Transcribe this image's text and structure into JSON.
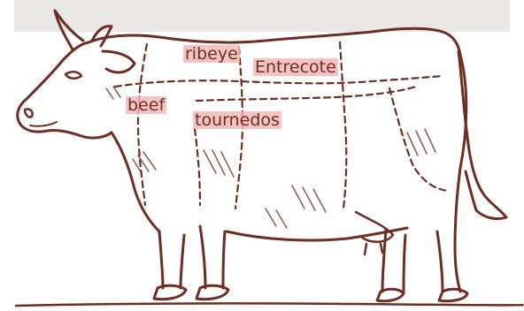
{
  "diagram": {
    "subject": "cow-beef-cuts",
    "labels": {
      "ribeye": "ribeye",
      "entrecote": "Entrecote",
      "beef": "beef",
      "tournedos": "tournedos"
    }
  },
  "colors": {
    "ink": "#6e2e22",
    "label_highlight": "#f4b6b6",
    "top_band": "#e9e8e6",
    "background": "#ffffff"
  }
}
